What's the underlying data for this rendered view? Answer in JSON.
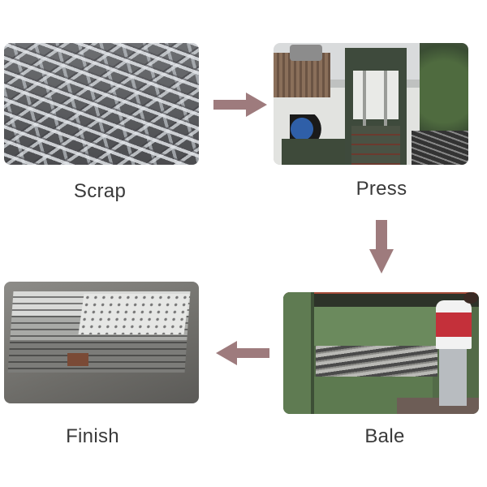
{
  "diagram": {
    "type": "process-flow",
    "arrow_color": "#9e7b7d",
    "steps": [
      {
        "id": "scrap",
        "label": "Scrap",
        "image": "tangled aluminium scrap profiles"
      },
      {
        "id": "press",
        "label": "Press",
        "image": "vertical baling press machine outdoors"
      },
      {
        "id": "bale",
        "label": "Bale",
        "image": "horizontal baler compressing scrap with worker"
      },
      {
        "id": "finish",
        "label": "Finish",
        "image": "compressed scrap metal bale"
      }
    ],
    "flow": [
      {
        "from": "scrap",
        "to": "press",
        "direction": "right",
        "icon": "arrow-right-icon"
      },
      {
        "from": "press",
        "to": "bale",
        "direction": "down",
        "icon": "arrow-down-icon"
      },
      {
        "from": "bale",
        "to": "finish",
        "direction": "left",
        "icon": "arrow-left-icon"
      }
    ]
  }
}
